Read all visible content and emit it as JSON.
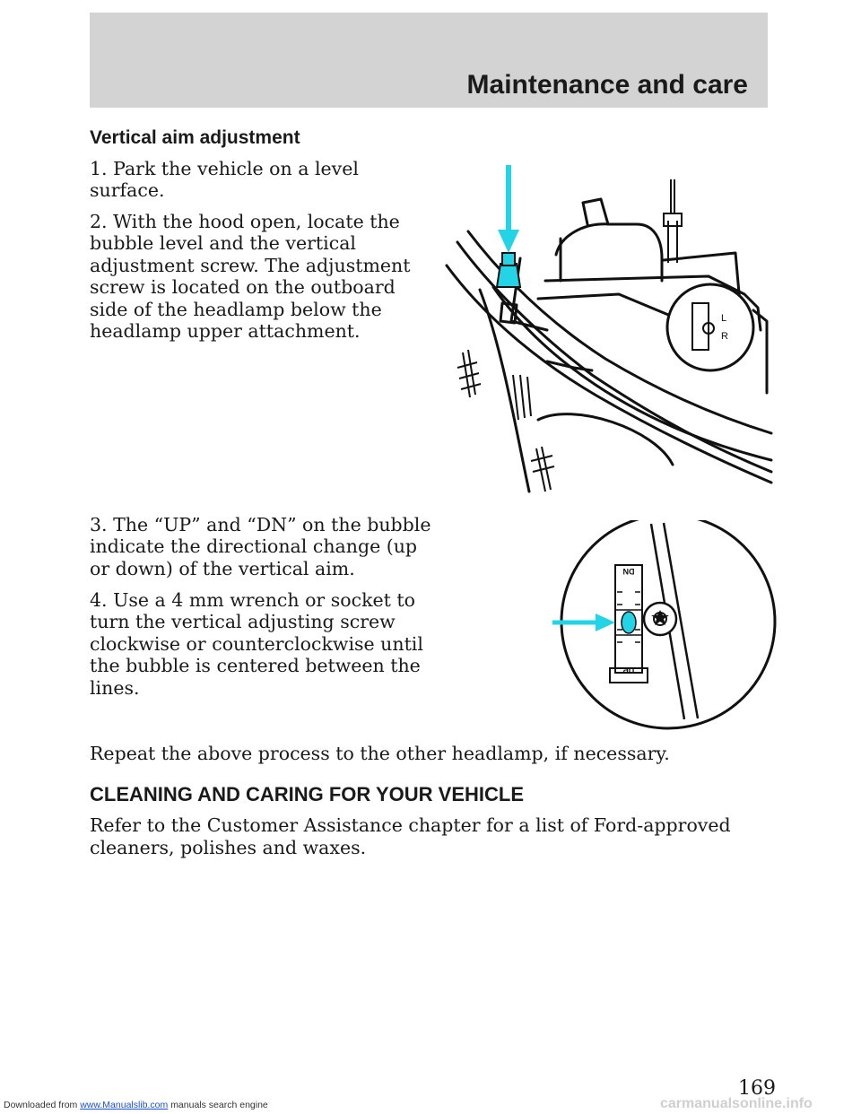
{
  "header": {
    "section_title": "Maintenance and care"
  },
  "vertical_aim": {
    "heading": "Vertical aim adjustment",
    "step1_line1": "1. Park the vehicle on a level",
    "step1_line2": "surface.",
    "step2_line1": "2. With the hood open, locate the",
    "step2_line2": "bubble level and the vertical",
    "step2_line3": "adjustment screw. The adjustment",
    "step2_line4": "screw is located on the outboard",
    "step2_line5": "side of the headlamp below the",
    "step2_line6": "headlamp upper attachment.",
    "step3_line1": "3. The “UP” and “DN” on the bubble",
    "step3_line2": "indicate the directional change (up",
    "step3_line3": "or down) of the vertical aim.",
    "step4_line1": "4. Use a 4 mm wrench or socket to",
    "step4_line2": "turn the vertical adjusting screw",
    "step4_line3": "clockwise or counterclockwise until",
    "step4_line4": "the bubble is centered between the",
    "step4_line5": "lines.",
    "repeat_note": "Repeat the above process to the other headlamp, if necessary."
  },
  "cleaning": {
    "heading": "CLEANING AND CARING FOR YOUR VEHICLE",
    "line1": "Refer to the Customer Assistance chapter for a list of Ford-approved",
    "line2": "cleaners, polishes and waxes."
  },
  "figure1": {
    "label_l": "L",
    "label_r": "R",
    "arrow_color": "#22d4e6"
  },
  "figure2": {
    "label_dn": "DN",
    "label_up": "UP",
    "arrow_color": "#22d4e6"
  },
  "page_number": "169",
  "footer": {
    "prefix": "Downloaded from",
    "link": "www.Manualslib.com",
    "suffix": "manuals search engine",
    "brand": "carmanualsonline.info"
  }
}
